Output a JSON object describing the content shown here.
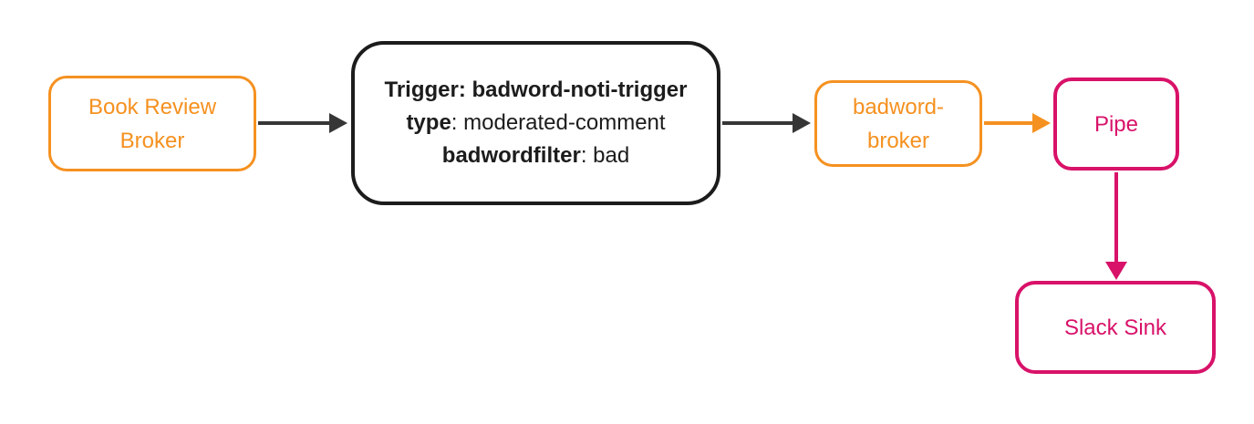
{
  "diagram": {
    "type": "flow-diagram",
    "description": "Event flow from Book Review Broker through a trigger to badword-broker, Pipe and Slack Sink"
  },
  "colors": {
    "orange": "#F59120",
    "pink": "#D81269",
    "black": "#1C1C1C",
    "arrow_dark": "#363636",
    "background": "#FFFFFF"
  },
  "nodes": {
    "book_review_broker": {
      "label": "Book Review Broker",
      "color": "#F59120"
    },
    "trigger": {
      "color": "#1C1C1C",
      "lines": [
        {
          "bold": "Trigger: badword-noti-trigger",
          "regular": ""
        },
        {
          "bold": "type",
          "regular": ": moderated-comment"
        },
        {
          "bold": "badwordfilter",
          "regular": ": bad"
        }
      ]
    },
    "badword_broker": {
      "label": "badword-broker",
      "color": "#F59120"
    },
    "pipe": {
      "label": "Pipe",
      "color": "#D81269"
    },
    "slack_sink": {
      "label": "Slack Sink",
      "color": "#D81269"
    }
  },
  "edges": [
    {
      "from": "Book Review Broker",
      "to": "Trigger",
      "color": "#363636",
      "direction": "right"
    },
    {
      "from": "Trigger",
      "to": "badword-broker",
      "color": "#363636",
      "direction": "right"
    },
    {
      "from": "badword-broker",
      "to": "Pipe",
      "color": "#F59120",
      "direction": "right"
    },
    {
      "from": "Pipe",
      "to": "Slack Sink",
      "color": "#D81269",
      "direction": "down"
    }
  ]
}
